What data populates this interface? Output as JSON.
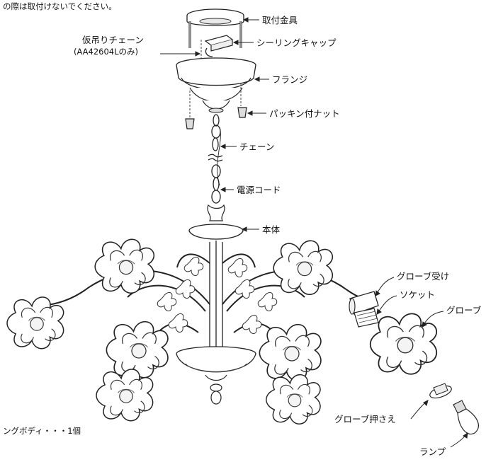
{
  "header_note": "の際は取付けないでください。",
  "footer_note": "ングボディ・・・1個",
  "labels": {
    "mounting_bracket": "取付金具",
    "temp_chain": "仮吊りチェーン",
    "temp_chain_model": "(AA42604Lのみ)",
    "ceiling_cap": "シーリングキャップ",
    "flange": "フランジ",
    "packing_nut": "パッキン付ナット",
    "chain": "チェーン",
    "power_cord": "電源コード",
    "body": "本体",
    "globe_holder": "グローブ受け",
    "socket": "ソケット",
    "globe": "グローブ",
    "globe_retainer": "グローブ押さえ",
    "lamp": "ランプ"
  },
  "icons": {
    "chandelier": "chandelier-illustration"
  }
}
